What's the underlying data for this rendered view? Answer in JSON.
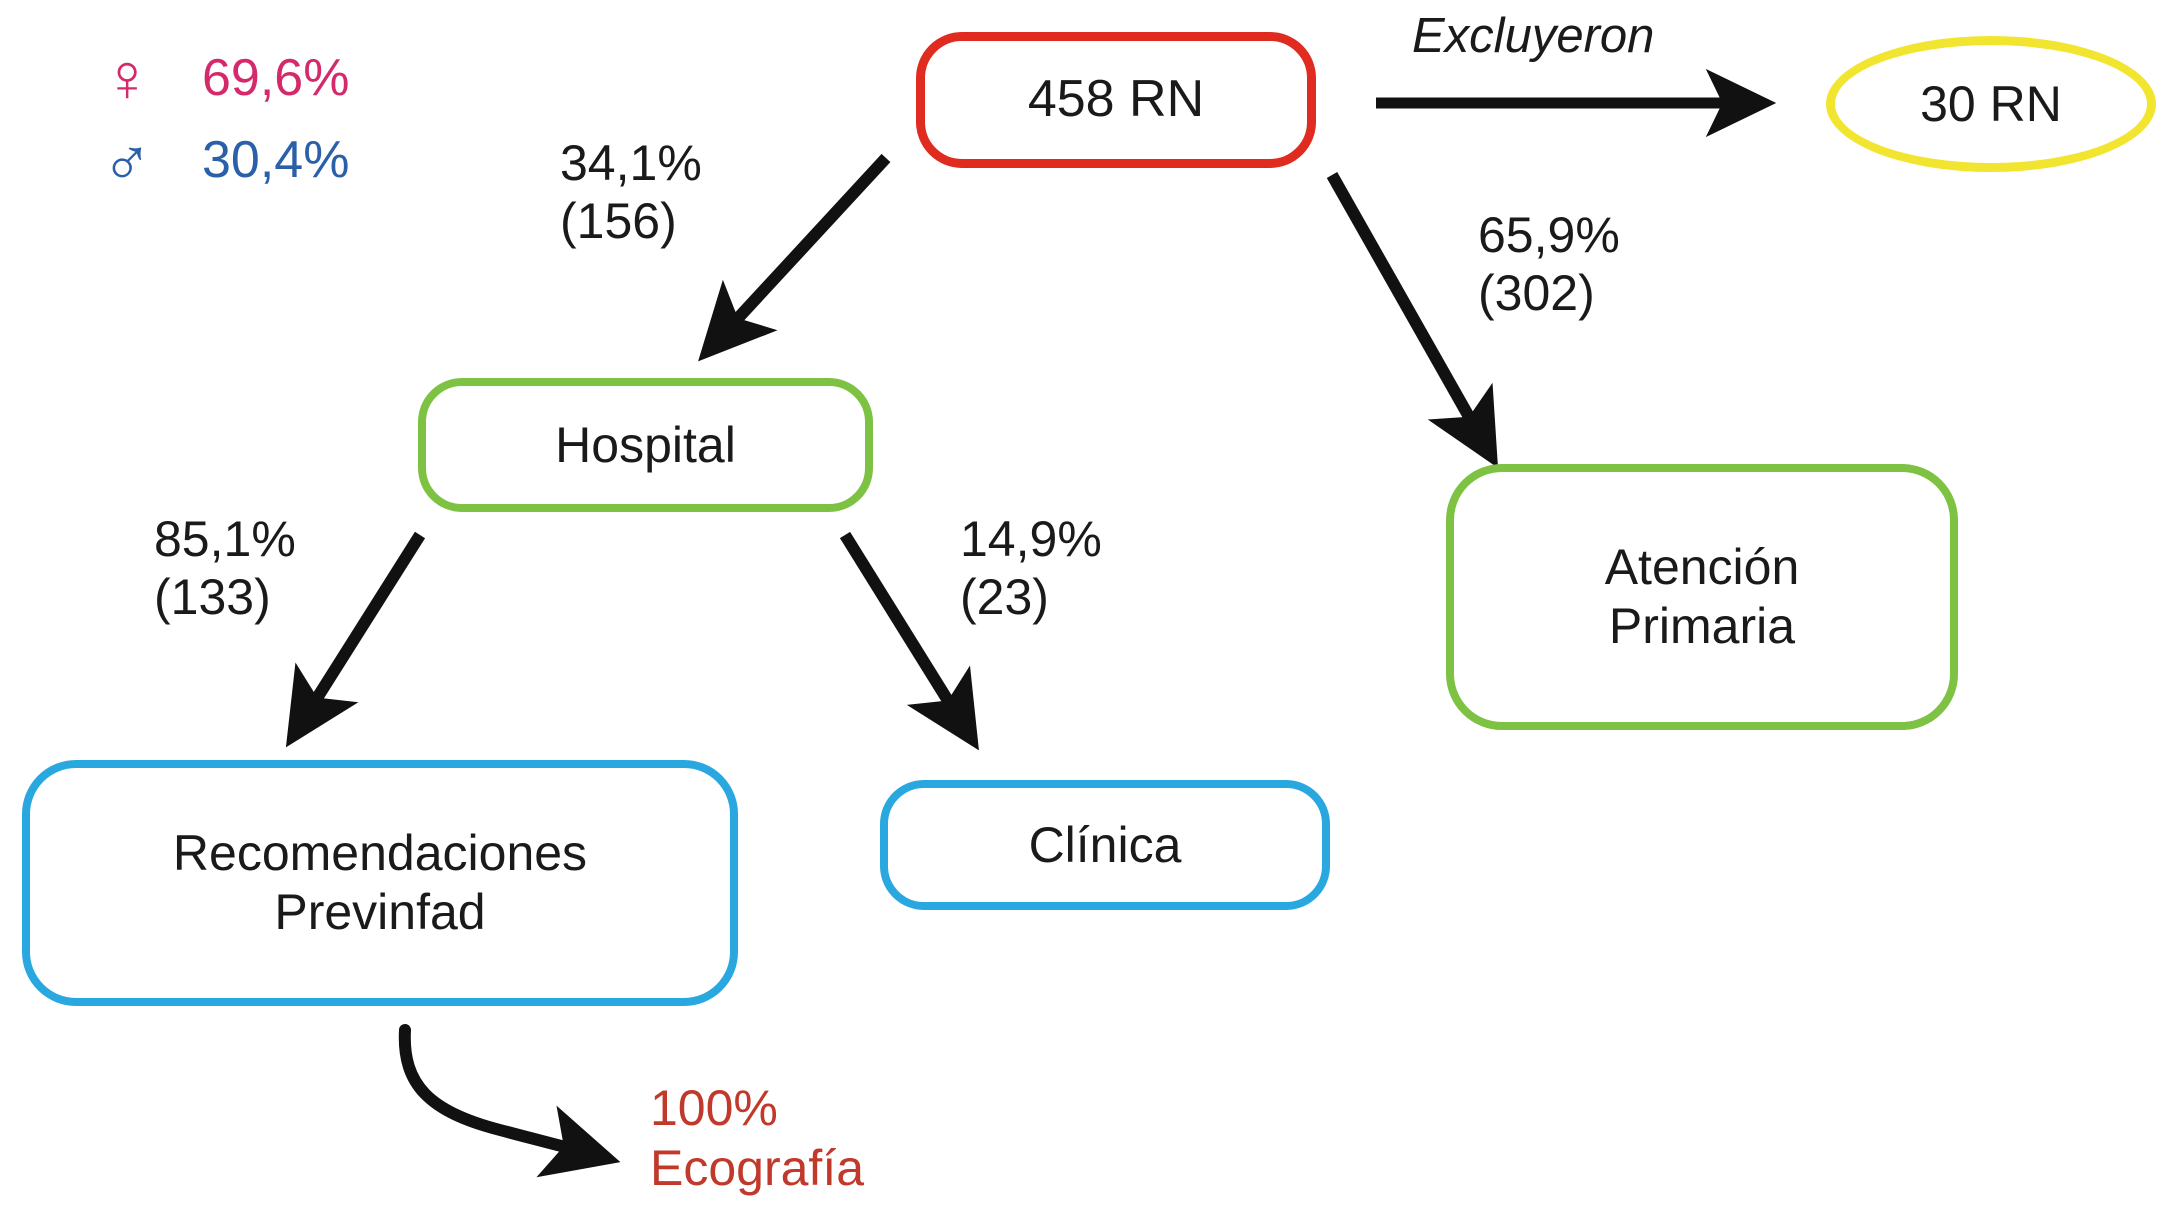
{
  "diagram": {
    "type": "flowchart",
    "title": "",
    "background_color": "#FFFFFF",
    "colors": {
      "red_border": "#E02B20",
      "green_border": "#7DC242",
      "blue_border": "#29A8E0",
      "yellow_border": "#F2E530",
      "arrow": "#111111",
      "text": "#1A1A1A",
      "female_pink": "#D42A6B",
      "male_blue": "#2A5FAA",
      "ecografia_red": "#C0392B"
    },
    "legend": {
      "name": "sex-distribution-legend",
      "items": [
        {
          "symbol": "♀",
          "symbol_name": "female-symbol",
          "value": "69,6%",
          "color": "#D42A6B"
        },
        {
          "symbol": "♂",
          "symbol_name": "male-symbol",
          "value": "30,4%",
          "color": "#2A5FAA"
        }
      ]
    },
    "nodes": [
      {
        "id": "cohort",
        "label": "458 RN",
        "shape": "rounded-rect",
        "border_color": "#E02B20"
      },
      {
        "id": "excluded",
        "label": "30 RN",
        "shape": "ellipse",
        "border_color": "#F2E530"
      },
      {
        "id": "hospital",
        "label": "Hospital",
        "shape": "rounded-rect",
        "border_color": "#7DC242"
      },
      {
        "id": "atencion_primaria",
        "label": "Atención\nPrimaria",
        "shape": "rounded-rect",
        "border_color": "#7DC242"
      },
      {
        "id": "recomendaciones",
        "label": "Recomendaciones\nPrevinfad",
        "shape": "rounded-rect",
        "border_color": "#29A8E0"
      },
      {
        "id": "clinica",
        "label": "Clínica",
        "shape": "rounded-rect",
        "border_color": "#29A8E0"
      }
    ],
    "edges": [
      {
        "id": "cohort-to-excluded",
        "from": "cohort",
        "to": "excluded",
        "label": "Excluyeron",
        "style": "italic"
      },
      {
        "id": "cohort-to-hospital",
        "from": "cohort",
        "to": "hospital",
        "label": "34,1%\n(156)",
        "percent": "34,1%",
        "count": "(156)"
      },
      {
        "id": "cohort-to-atencion",
        "from": "cohort",
        "to": "atencion_primaria",
        "label": "65,9%\n(302)",
        "percent": "65,9%",
        "count": "(302)"
      },
      {
        "id": "hospital-to-recomendaciones",
        "from": "hospital",
        "to": "recomendaciones",
        "label": "85,1%\n(133)",
        "percent": "85,1%",
        "count": "(133)"
      },
      {
        "id": "hospital-to-clinica",
        "from": "hospital",
        "to": "clinica",
        "label": "14,9%\n(23)",
        "percent": "14,9%",
        "count": "(23)"
      },
      {
        "id": "recomendaciones-to-ecografia",
        "from": "recomendaciones",
        "to": "ecografia_note",
        "label": ""
      }
    ],
    "annotations": [
      {
        "id": "ecografia_note",
        "label": "100%\nEcografía",
        "color": "#C0392B"
      }
    ]
  }
}
